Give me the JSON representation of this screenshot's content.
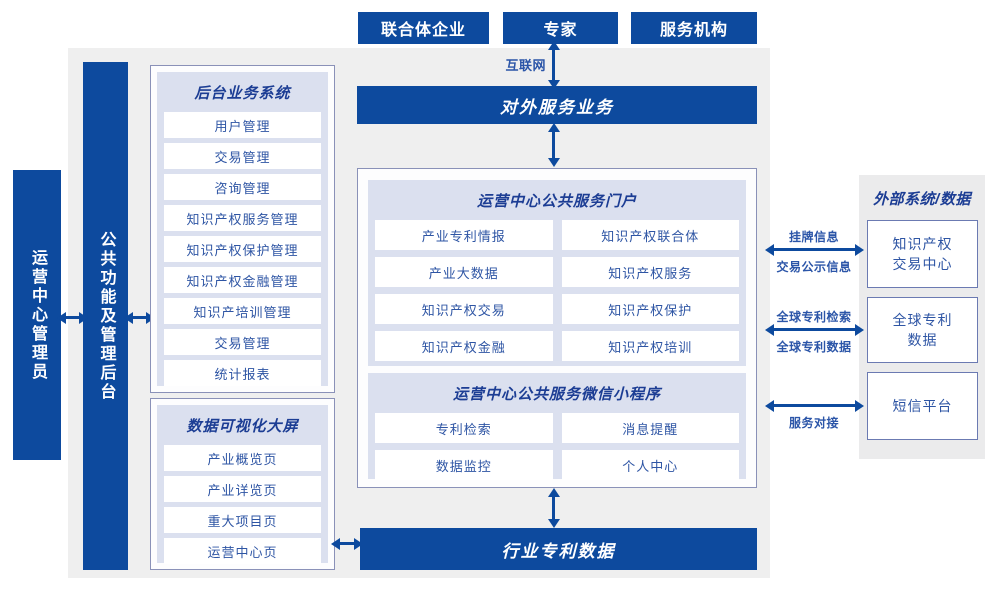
{
  "colors": {
    "primary_blue": "#0d4a9e",
    "header_navy": "#1c3d94",
    "item_blue": "#2e55a4",
    "panel_lavender": "#dbe0ef",
    "background_gray": "#efefef"
  },
  "top_actors": {
    "consortium": "联合体企业",
    "expert": "专家",
    "service_org": "服务机构"
  },
  "internet_label": "互联网",
  "external_service_bar": "对外服务业务",
  "industry_patent_bar": "行业专利数据",
  "sidebars": {
    "operation_admin": "运营中心管理员",
    "public_backend": "公共功能及管理后台"
  },
  "backend_system": {
    "title": "后台业务系统",
    "items": [
      "用户管理",
      "交易管理",
      "咨询管理",
      "知识产权服务管理",
      "知识产权保护管理",
      "知识产权金融管理",
      "知识产培训管理",
      "交易管理",
      "统计报表"
    ]
  },
  "dashboard": {
    "title": "数据可视化大屏",
    "items": [
      "产业概览页",
      "产业详览页",
      "重大项目页",
      "运营中心页"
    ]
  },
  "portal": {
    "title": "运营中心公共服务门户",
    "items": [
      "产业专利情报",
      "知识产权联合体",
      "产业大数据",
      "知识产权服务",
      "知识产权交易",
      "知识产权保护",
      "知识产权金融",
      "知识产权培训"
    ]
  },
  "miniprogram": {
    "title": "运营中心公共服务微信小程序",
    "items": [
      "专利检索",
      "消息提醒",
      "数据监控",
      "个人中心"
    ]
  },
  "external_panel": {
    "title": "外部系统/数据",
    "systems": [
      "知识产权\n交易中心",
      "全球专利\n数据",
      "短信平台"
    ]
  },
  "link_labels": {
    "listing_info": "挂牌信息",
    "trade_publicity": "交易公示信息",
    "global_patent_search": "全球专利检索",
    "global_patent_data": "全球专利数据",
    "service_connect": "服务对接"
  }
}
